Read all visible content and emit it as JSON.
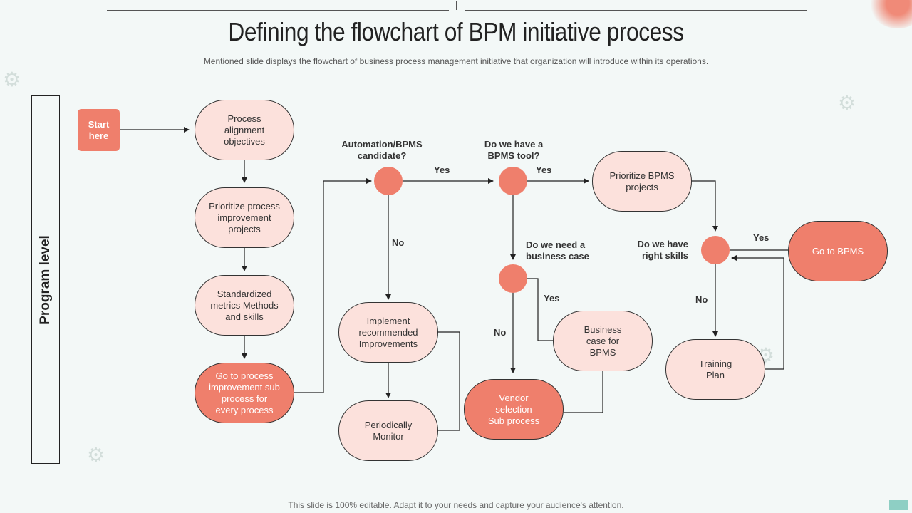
{
  "title": "Defining the flowchart of BPM initiative process",
  "subtitle": "Mentioned slide displays the flowchart of business process management initiative that organization will introduce within its operations.",
  "footer": "This slide is 100% editable. Adapt it to your needs and capture your audience's attention.",
  "program_label": "Program level",
  "nodes": {
    "start": "Start\nhere",
    "process_alignment": "Process\nalignment\nobjectives",
    "prioritize_process": "Prioritize process\nimprovement\nprojects",
    "standardized": "Standardized\nmetrics Methods\nand skills",
    "go_to_process": "Go to process\nimprovement  sub\nprocess for\nevery process",
    "implement": "Implement\nrecommended\nImprovements",
    "periodically": "Periodically\nMonitor",
    "vendor": "Vendor\nselection\nSub process",
    "business_case": "Business\ncase for\nBPMS",
    "prioritize_bpms": "Prioritize BPMS\nprojects",
    "training": "Training\nPlan",
    "go_to_bpms": "Go to BPMS"
  },
  "questions": {
    "automation": "Automation/BPMS\ncandidate?",
    "bpms_tool": "Do we have a\nBPMS tool?",
    "business_case": "Do we need a\nbusiness  case",
    "right_skills": "Do we have\nright skills"
  },
  "answers": {
    "yes": "Yes",
    "no": "No"
  },
  "colors": {
    "accent": "#ef7f6c",
    "light": "#fce1dc",
    "background": "#f3f8f7"
  },
  "icons": [
    "gear-icon"
  ]
}
